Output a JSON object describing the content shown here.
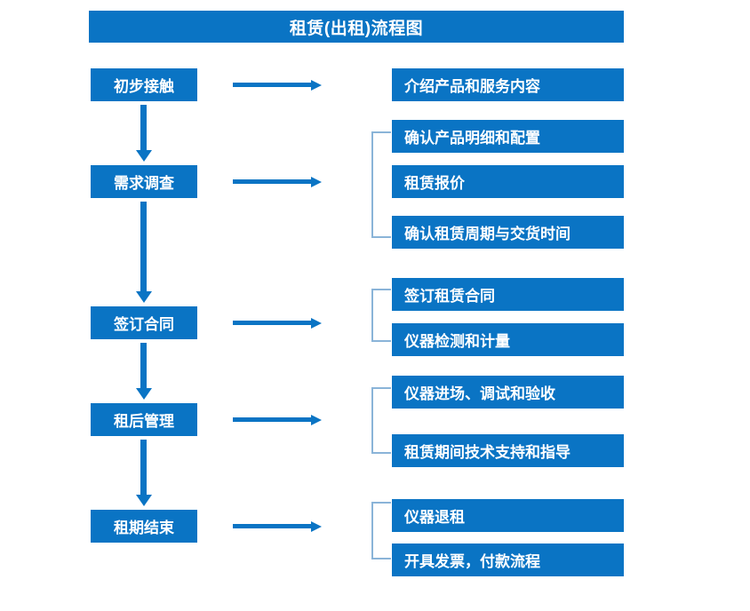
{
  "title": "租赁(出租)流程图",
  "colors": {
    "box_fill": "#0a74c4",
    "box_text": "#ffffff",
    "arrow": "#0a74c4",
    "bracket": "#8ab4d8",
    "background": "#ffffff"
  },
  "stages": [
    {
      "label": "初步接触"
    },
    {
      "label": "需求调查"
    },
    {
      "label": "签订合同"
    },
    {
      "label": "租后管理"
    },
    {
      "label": "租期结束"
    }
  ],
  "details": [
    {
      "label": "介绍产品和服务内容"
    },
    {
      "label": "确认产品明细和配置"
    },
    {
      "label": "租赁报价"
    },
    {
      "label": "确认租赁周期与交货时间"
    },
    {
      "label": "签订租赁合同"
    },
    {
      "label": "仪器检测和计量"
    },
    {
      "label": "仪器进场、调试和验收"
    },
    {
      "label": "租赁期间技术支持和指导"
    },
    {
      "label": "仪器退租"
    },
    {
      "label": "开具发票，付款流程"
    }
  ],
  "flow": {
    "stage_to_detail_arrows": 5,
    "stage_to_stage_arrows": 4,
    "groups": [
      {
        "stage": "需求调查",
        "detail_indices": [
          1,
          2,
          3
        ]
      },
      {
        "stage": "签订合同",
        "detail_indices": [
          4,
          5
        ]
      },
      {
        "stage": "租后管理",
        "detail_indices": [
          6,
          7
        ]
      },
      {
        "stage": "租期结束",
        "detail_indices": [
          8,
          9
        ]
      }
    ]
  }
}
